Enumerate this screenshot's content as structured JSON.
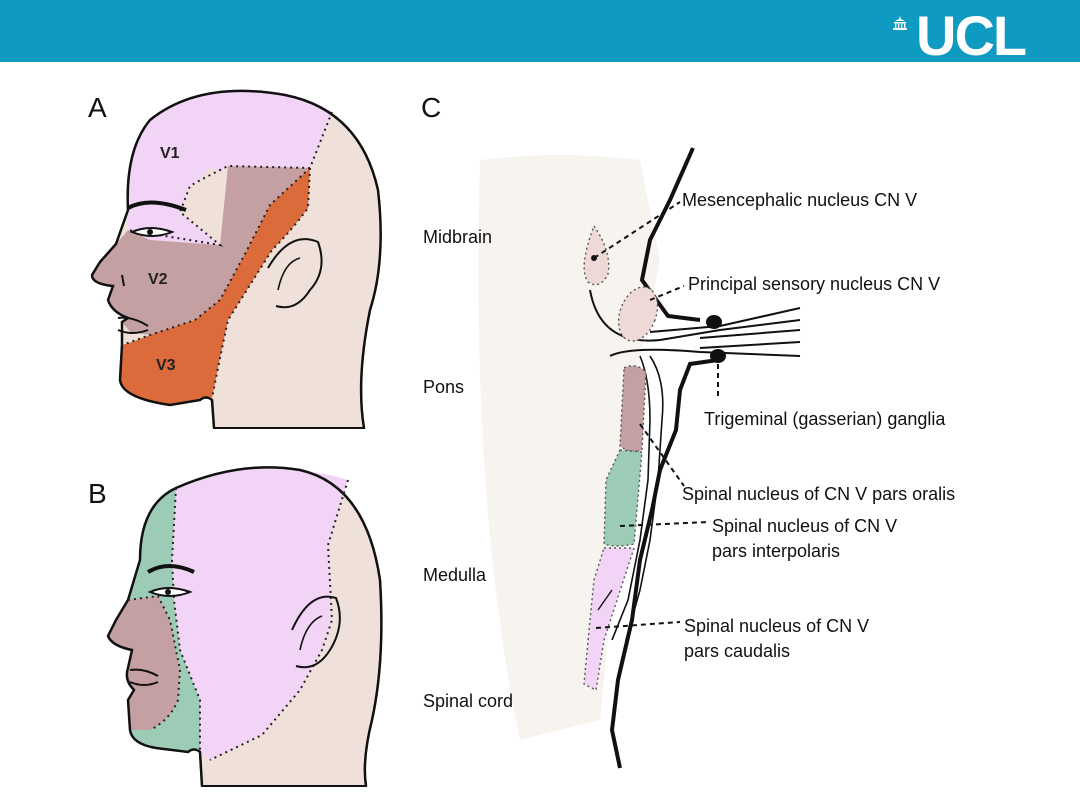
{
  "header": {
    "logo_text": "UCL",
    "colors": {
      "banner": "#0f9ac2",
      "logo": "#ffffff"
    }
  },
  "panels": {
    "a": {
      "letter": "A",
      "regions": [
        "V1",
        "V2",
        "V3"
      ]
    },
    "b": {
      "letter": "B"
    },
    "c": {
      "letter": "C"
    }
  },
  "brain_levels": [
    "Midbrain",
    "Pons",
    "Medulla",
    "Spinal cord"
  ],
  "callouts": {
    "mesencephalic": "Mesencephalic nucleus CN V",
    "principal": "Principal sensory nucleus CN V",
    "ganglia": "Trigeminal (gasserian) ganglia",
    "oralis": "Spinal nucleus of CN V pars oralis",
    "interpolaris_1": "Spinal nucleus of CN V",
    "interpolaris_2": "pars interpolaris",
    "caudalis_1": "Spinal nucleus of CN V",
    "caudalis_2": "pars caudalis"
  },
  "colors": {
    "v1": "#f1d4f6",
    "v2": "#c5a0a3",
    "v3": "#dc6b3b",
    "skin": "#efe1da",
    "perioral": "#c5a0a3",
    "onion_mid": "#9ccbb6",
    "onion_outer": "#f1d4f6"
  }
}
